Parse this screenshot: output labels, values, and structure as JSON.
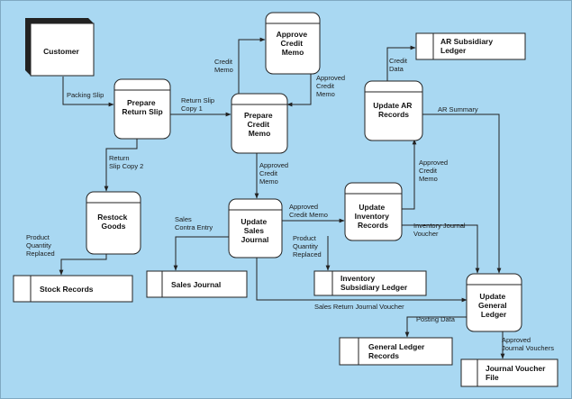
{
  "entities": {
    "customer": "Customer"
  },
  "processes": {
    "prepare_return_slip": [
      "Prepare",
      "Return Slip"
    ],
    "approve_credit_memo": [
      "Approve",
      "Credit",
      "Memo"
    ],
    "prepare_credit_memo": [
      "Prepare",
      "Credit",
      "Memo"
    ],
    "update_ar_records": [
      "Update AR",
      "Records"
    ],
    "restock_goods": [
      "Restock",
      "Goods"
    ],
    "update_sales_journal": [
      "Update",
      "Sales",
      "Journal"
    ],
    "update_inventory_records": [
      "Update",
      "Inventory",
      "Records"
    ],
    "update_general_ledger": [
      "Update",
      "General",
      "Ledger"
    ]
  },
  "stores": {
    "ar_subsidiary_ledger": [
      "AR Subsidiary",
      "Ledger"
    ],
    "stock_records": [
      "Stock Records"
    ],
    "sales_journal": [
      "Sales Journal"
    ],
    "inventory_subsidiary_ledger": [
      "Inventory",
      "Subsidiary Ledger"
    ],
    "general_ledger_records": [
      "General Ledger",
      "Records"
    ],
    "journal_voucher_file": [
      "Journal Voucher",
      "File"
    ]
  },
  "flows": {
    "packing_slip": [
      "Packing Slip"
    ],
    "return_slip_copy_1": [
      "Return Slip",
      "Copy 1"
    ],
    "return_slip_copy_2": [
      "Return",
      "Slip Copy 2"
    ],
    "credit_memo": [
      "Credit",
      "Memo"
    ],
    "approved_credit_memo_1": [
      "Approved",
      "Credit",
      "Memo"
    ],
    "approved_credit_memo_2": [
      "Approved",
      "Credit",
      "Memo"
    ],
    "credit_data": [
      "Credit",
      "Data"
    ],
    "ar_summary": [
      "AR Summary"
    ],
    "approved_credit_memo_3": [
      "Approved",
      "Credit",
      "Memo"
    ],
    "approved_credit_memo_4": [
      "Approved",
      "Credit Memo"
    ],
    "sales_contra_entry": [
      "Sales",
      "Contra Entry"
    ],
    "product_quantity_replaced_1": [
      "Product",
      "Quantity",
      "Replaced"
    ],
    "product_quantity_replaced_2": [
      "Product",
      "Quantity",
      "Replaced"
    ],
    "inventory_journal_voucher": [
      "Inventory Journal",
      "Voucher"
    ],
    "sales_return_journal_voucher": [
      "Sales Return Journal Voucher"
    ],
    "posting_data": [
      "Posting Data"
    ],
    "approved_journal_vouchers": [
      "Approved",
      "Journal Vouchers"
    ]
  }
}
